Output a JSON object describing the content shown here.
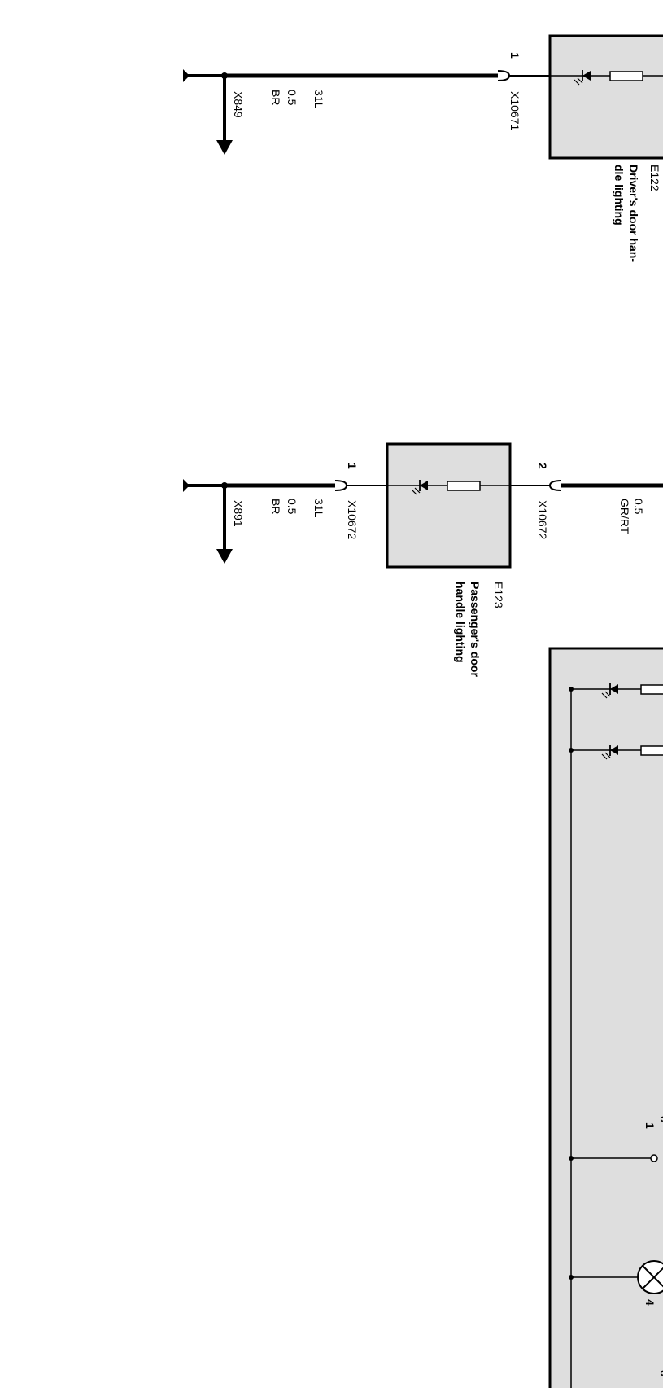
{
  "colors": {
    "wire": "#000000",
    "component_fill": "#dedede",
    "background": "#ffffff"
  },
  "driver_handle": {
    "id": "E122",
    "name_line1": "Driver's door han-",
    "name_line2": "dle lighting",
    "connector": "X10671",
    "pin": "1",
    "wire_code": "31L",
    "wire_size": "0.5",
    "wire_color": "BR",
    "ground_ref": "X849"
  },
  "passenger_handle": {
    "id": "E123",
    "name_line1": "Passenger's door",
    "name_line2": "handle lighting",
    "connector_in": "X10672",
    "pin_in": "2",
    "wire_in_size": "0.5",
    "wire_in_color": "GR/RT",
    "connector_out": "X10672",
    "pin_out": "1",
    "wire_code": "31L",
    "wire_size": "0.5",
    "wire_color": "BR",
    "ground_ref": "X891"
  },
  "module": {
    "switch_pin": "1",
    "lamp_pin": "4"
  }
}
